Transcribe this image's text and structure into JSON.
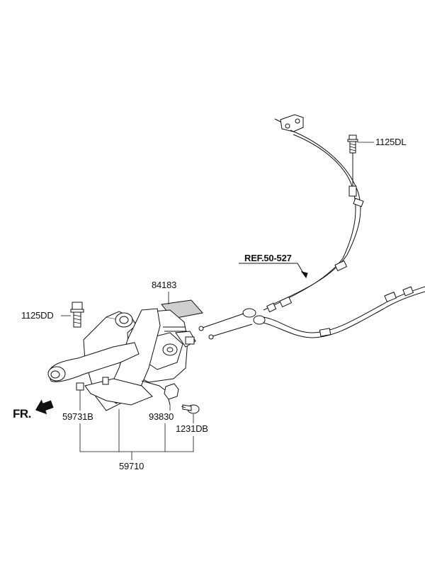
{
  "labels": {
    "p_1125dl": "1125DL",
    "p_ref": "REF.50-527",
    "p_84183": "84183",
    "p_1125dd": "1125DD",
    "p_fr": "FR.",
    "p_59731b": "59731B",
    "p_93830": "93830",
    "p_1231db": "1231DB",
    "p_59710": "59710"
  }
}
